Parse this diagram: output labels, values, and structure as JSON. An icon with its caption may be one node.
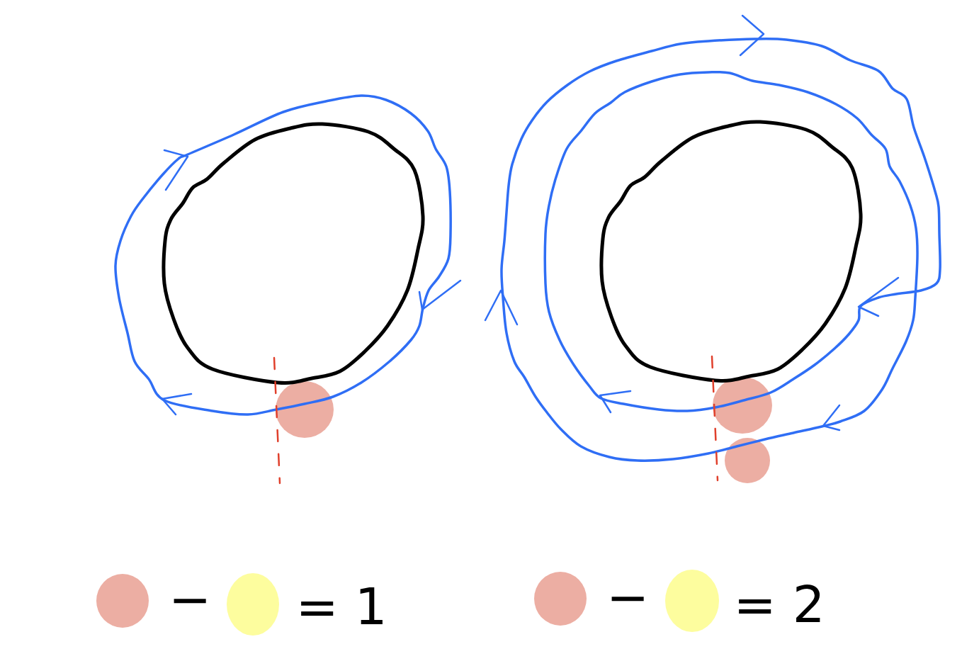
{
  "diagram": {
    "nodes": [
      {
        "text": [],
        "shape": "circle"
      },
      {
        "text": [],
        "shape": "circle"
      }
    ],
    "labels": [
      "−",
      "= 1",
      "−",
      "= 2"
    ]
  }
}
